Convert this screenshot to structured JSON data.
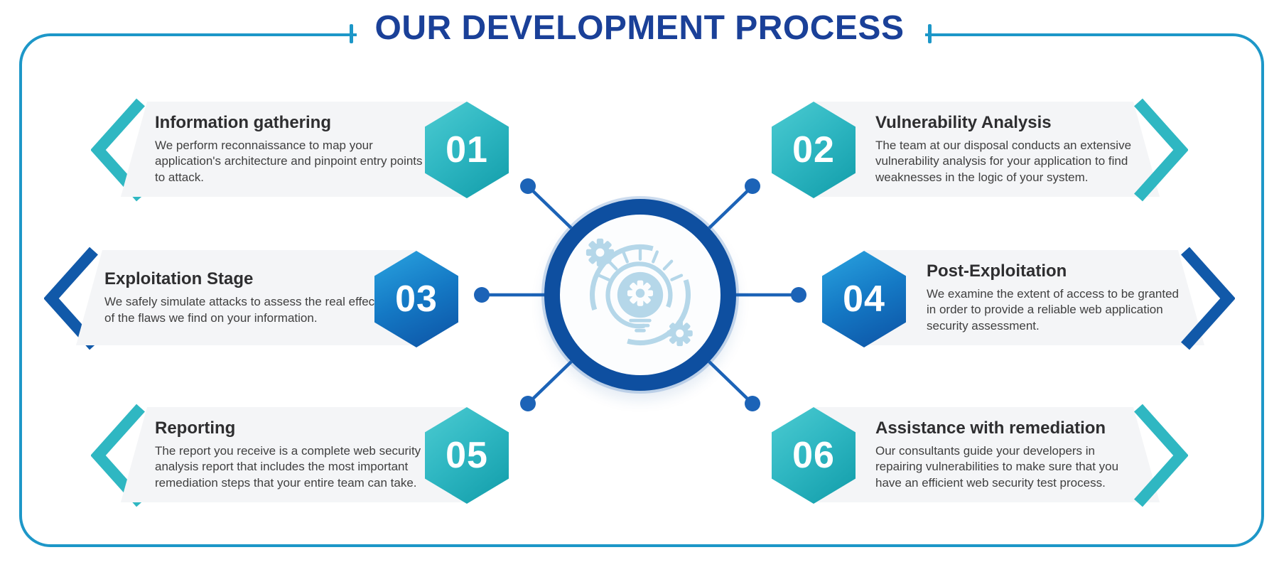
{
  "title": "OUR DEVELOPMENT PROCESS",
  "steps": [
    {
      "number": "01",
      "title": "Information gathering",
      "body": "We perform reconnaissance to map your application's architecture and pinpoint entry points to attack.",
      "badge_color": "teal"
    },
    {
      "number": "02",
      "title": "Vulnerability Analysis",
      "body": "The team at our disposal conducts an extensive vulnerability analysis for your application to find weaknesses in the logic of your system.",
      "badge_color": "teal"
    },
    {
      "number": "03",
      "title": "Exploitation Stage",
      "body": "We safely simulate attacks to assess the real effect of the flaws we find on your information.",
      "badge_color": "blue"
    },
    {
      "number": "04",
      "title": "Post-Exploitation",
      "body": "We examine the extent of access to be granted in order to provide a reliable web application security assessment.",
      "badge_color": "blue"
    },
    {
      "number": "05",
      "title": "Reporting",
      "body": "The report you receive is a complete web security analysis report that includes the most important remediation steps that your entire team can take.",
      "badge_color": "teal"
    },
    {
      "number": "06",
      "title": "Assistance with remediation",
      "body": "Our consultants guide your developers in repairing vulnerabilities to make sure that you have an efficient web security test process.",
      "badge_color": "teal"
    }
  ],
  "center_icon": "lightbulb-with-gears-icon",
  "colors": {
    "frame_blue": "#1d97c8",
    "title_blue": "#1a4098",
    "teal": "#2fb7c2",
    "teal_grad_light": "#4ccbd1",
    "teal_grad_dark": "#119ca9",
    "blue_grad_light": "#2aa4e0",
    "blue_grad_dark": "#0d52a4",
    "chevron_blue": "#1159a9",
    "ring_blue": "#0e4fa0",
    "connector_blue": "#1c63b7",
    "icon_pale_blue": "#b5d7e9",
    "banner_bg": "#f4f5f7",
    "heading_text": "#2e2e30",
    "body_text": "#404040",
    "number_text": "#ffffff"
  }
}
